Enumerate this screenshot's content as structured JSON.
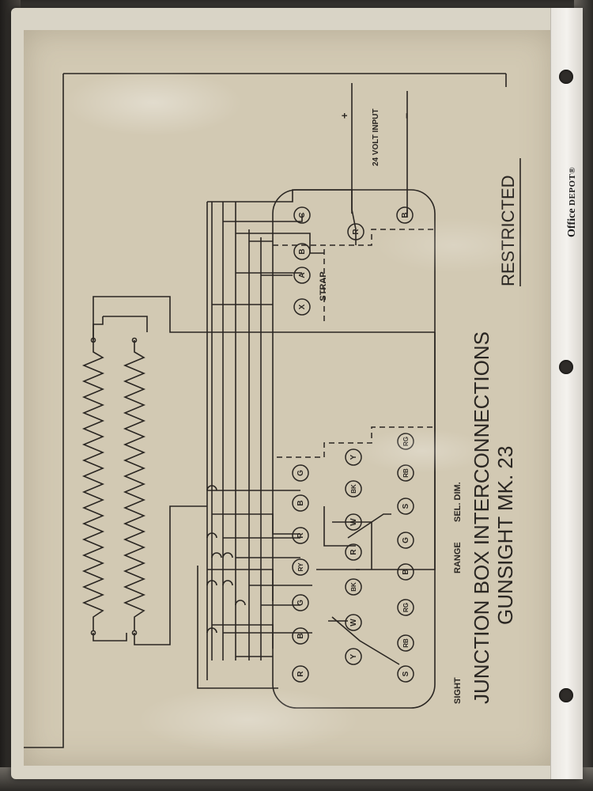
{
  "document": {
    "title_line1": "JUNCTION BOX INTERCONNECTIONS",
    "title_line2": "GUNSIGHT MK. 23",
    "classification": "RESTRICTED",
    "power_label": "24 VOLT INPUT",
    "plus_sign": "+",
    "minus_sign": "–",
    "strap_label": "STRAP",
    "section_labels": {
      "sight": "SIGHT",
      "range": "RANGE",
      "sel_dim": "SEL. DIM."
    },
    "terminals": {
      "power": [
        "C",
        "R",
        "B"
      ],
      "strap": [
        "B",
        "A",
        "X"
      ],
      "column_top": [
        "R",
        "B",
        "G",
        "RY",
        "R",
        "B",
        "G"
      ],
      "column_mid": [
        "Y",
        "W",
        "BK",
        "R",
        "W",
        "BK",
        "Y"
      ],
      "column_bottom": [
        "S",
        "RB",
        "RG",
        "B",
        "G",
        "S",
        "RB",
        "RG"
      ]
    }
  },
  "sleeve_brand": {
    "name": "Office",
    "name_bold": "DEPOT",
    "registered": "®"
  },
  "colors": {
    "paper": "#d2c9b3",
    "ink": "#2a2622",
    "sleeve": "#d9d4c6"
  }
}
